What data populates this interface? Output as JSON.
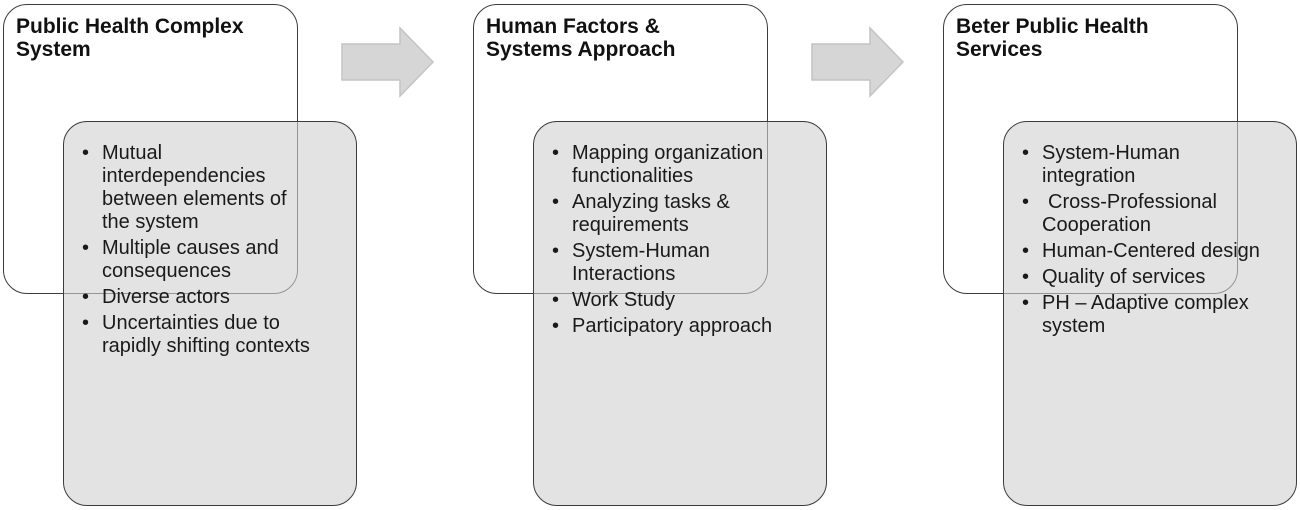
{
  "stages": [
    {
      "title": "Public Health Complex\nSystem",
      "items": [
        "Mutual interdependencies between elements of the system",
        "Multiple causes and consequences",
        "Diverse actors",
        "Uncertainties due to rapidly shifting contexts"
      ]
    },
    {
      "title": "Human Factors &\nSystems Approach",
      "items": [
        "Mapping organization functionalities",
        "Analyzing tasks & requirements",
        "System-Human Interactions",
        "Work Study",
        "Participatory approach"
      ]
    },
    {
      "title": "Beter Public Health\nServices",
      "items": [
        "System-Human integration",
        "Cross-Professional Cooperation",
        "Human-Centered design",
        "Quality of services",
        "PH – Adaptive complex system"
      ]
    }
  ],
  "bullet_glyph": "•",
  "colors": {
    "header_fill": "#ffffff",
    "detail_fill": "#d0d0d0",
    "border": "#3c3c3c",
    "arrow_fill": "#d6d6d6",
    "arrow_stroke": "#c4c4c4"
  },
  "icons": {
    "arrow": "right-block-arrow-icon"
  }
}
